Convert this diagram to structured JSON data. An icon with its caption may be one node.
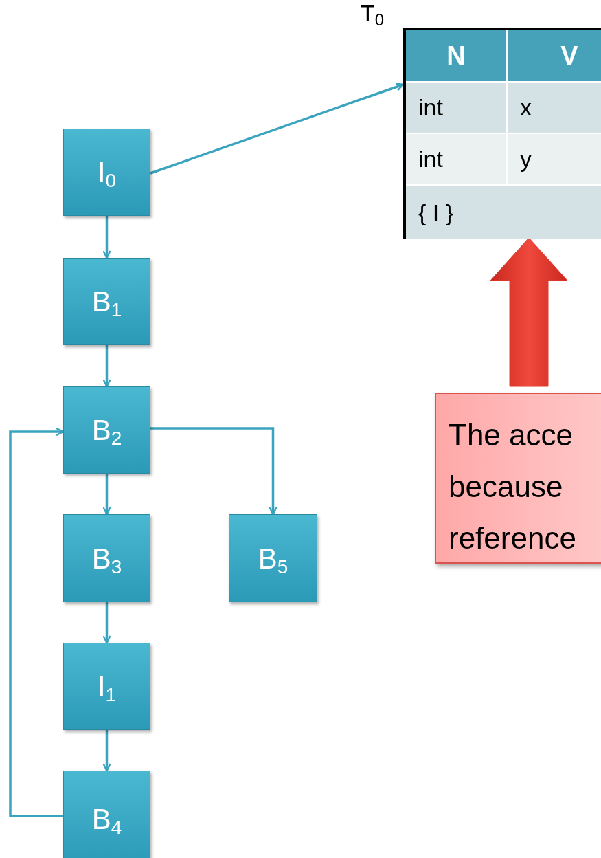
{
  "diagram": {
    "nodes": [
      {
        "text": [
          "I$_{0}$"
        ]
      },
      {
        "text": [
          "B$_{1}$"
        ]
      },
      {
        "text": [
          "B$_{2}$"
        ]
      },
      {
        "text": [
          "B$_{3}$"
        ]
      },
      {
        "text": [
          "B$_{5}$"
        ]
      },
      {
        "text": [
          "I$_{1}$"
        ]
      },
      {
        "text": [
          "B$_{4}$"
        ]
      },
      {
        "text": [
          "T$_{0}$"
        ]
      },
      {
        "text": [
          "N"
        ],
        "in": 7
      },
      {
        "text": [
          "V"
        ],
        "in": 7
      },
      {
        "text": [
          "int"
        ],
        "in": 7
      },
      {
        "text": [
          "x"
        ],
        "in": 7
      },
      {
        "text": [
          "int"
        ],
        "in": 7
      },
      {
        "text": [
          "y"
        ],
        "in": 7
      },
      {
        "text": [
          "{ I }"
        ],
        "in": 7
      },
      {
        "text": [
          "The acce",
          "because",
          "reference"
        ]
      }
    ],
    "edges": [
      {
        "from": 0,
        "to": 1,
        "arrow": "to"
      },
      {
        "from": 1,
        "to": 2,
        "arrow": "to"
      },
      {
        "from": 2,
        "to": 3,
        "arrow": "to"
      },
      {
        "from": 3,
        "to": 5,
        "arrow": "to"
      },
      {
        "from": 5,
        "to": 6,
        "arrow": "to"
      },
      {
        "from": 6,
        "to": 2,
        "arrow": "to"
      },
      {
        "from": 2,
        "to": 4,
        "arrow": "to"
      },
      {
        "from": 0,
        "to": 7,
        "arrow": "to"
      },
      {
        "from": 15,
        "to": 7,
        "arrow": "to",
        "style": "thick",
        "color": "#e23a2c"
      }
    ]
  }
}
